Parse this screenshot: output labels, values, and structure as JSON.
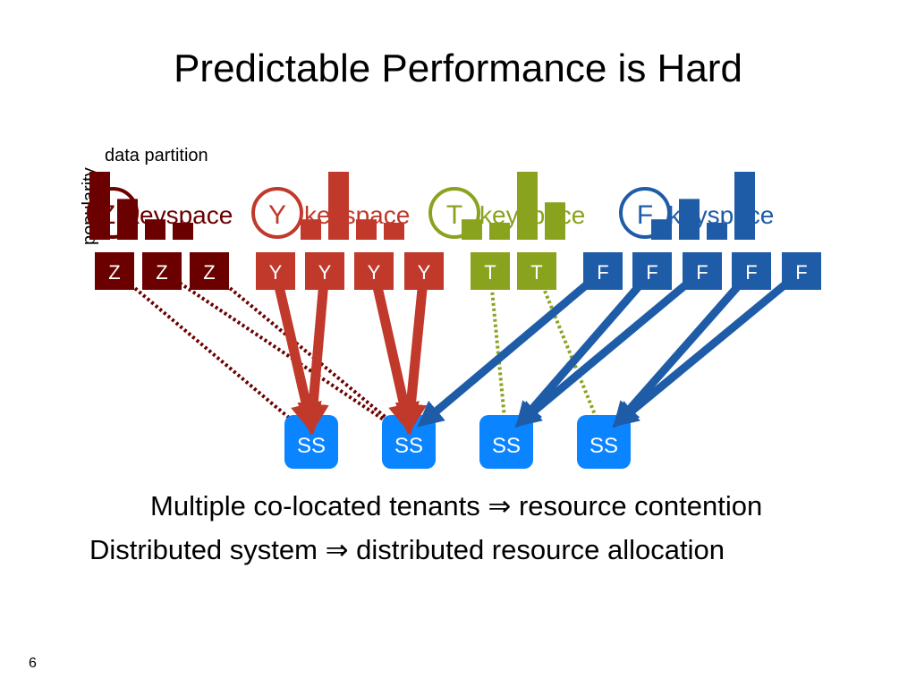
{
  "slide": {
    "title": "Predictable Performance is Hard",
    "page_number": "6",
    "statements": [
      "Multiple co-located tenants ⇒ resource contention",
      "Distributed system ⇒ distributed resource allocation"
    ]
  },
  "axis_labels": {
    "x": "data partition",
    "y": "popularity"
  },
  "colors": {
    "Z": "#6b0000",
    "Y": "#c0392b",
    "T": "#8aa31f",
    "F": "#1f5ca8",
    "server": "#0a84ff",
    "server_text": "#ffffff"
  },
  "tenants": [
    {
      "id": "Z",
      "letter": "Z",
      "label": "keyspace",
      "popularity": [
        1.0,
        0.6,
        0.3,
        0.25
      ]
    },
    {
      "id": "Y",
      "letter": "Y",
      "label": "keyspace",
      "popularity": [
        0.3,
        1.0,
        0.3,
        0.25
      ]
    },
    {
      "id": "T",
      "letter": "T",
      "label": "keyspace",
      "popularity": [
        0.3,
        0.25,
        1.0,
        0.55
      ]
    },
    {
      "id": "F",
      "letter": "F",
      "label": "keyspace",
      "popularity": [
        0.3,
        0.6,
        0.25,
        1.0
      ]
    }
  ],
  "partitions": [
    {
      "tenant": "Z",
      "label": "Z"
    },
    {
      "tenant": "Z",
      "label": "Z"
    },
    {
      "tenant": "Z",
      "label": "Z"
    },
    {
      "tenant": "Y",
      "label": "Y"
    },
    {
      "tenant": "Y",
      "label": "Y"
    },
    {
      "tenant": "Y",
      "label": "Y"
    },
    {
      "tenant": "Y",
      "label": "Y"
    },
    {
      "tenant": "T",
      "label": "T"
    },
    {
      "tenant": "T",
      "label": "T"
    },
    {
      "tenant": "F",
      "label": "F"
    },
    {
      "tenant": "F",
      "label": "F"
    },
    {
      "tenant": "F",
      "label": "F"
    },
    {
      "tenant": "F",
      "label": "F"
    },
    {
      "tenant": "F",
      "label": "F"
    }
  ],
  "servers": [
    {
      "label": "SS"
    },
    {
      "label": "SS"
    },
    {
      "label": "SS"
    },
    {
      "label": "SS"
    }
  ],
  "connections": [
    {
      "from_partition": 0,
      "to_server": 0,
      "style": "dotted"
    },
    {
      "from_partition": 1,
      "to_server": 1,
      "style": "dotted"
    },
    {
      "from_partition": 2,
      "to_server": 1,
      "style": "dotted"
    },
    {
      "from_partition": 3,
      "to_server": 0,
      "style": "heavy"
    },
    {
      "from_partition": 4,
      "to_server": 0,
      "style": "heavy"
    },
    {
      "from_partition": 5,
      "to_server": 1,
      "style": "heavy"
    },
    {
      "from_partition": 6,
      "to_server": 1,
      "style": "heavy"
    },
    {
      "from_partition": 7,
      "to_server": 2,
      "style": "dotted"
    },
    {
      "from_partition": 8,
      "to_server": 3,
      "style": "dotted"
    },
    {
      "from_partition": 9,
      "to_server": 1,
      "style": "medium"
    },
    {
      "from_partition": 10,
      "to_server": 2,
      "style": "medium"
    },
    {
      "from_partition": 11,
      "to_server": 2,
      "style": "medium"
    },
    {
      "from_partition": 12,
      "to_server": 3,
      "style": "medium"
    },
    {
      "from_partition": 13,
      "to_server": 3,
      "style": "medium"
    }
  ]
}
